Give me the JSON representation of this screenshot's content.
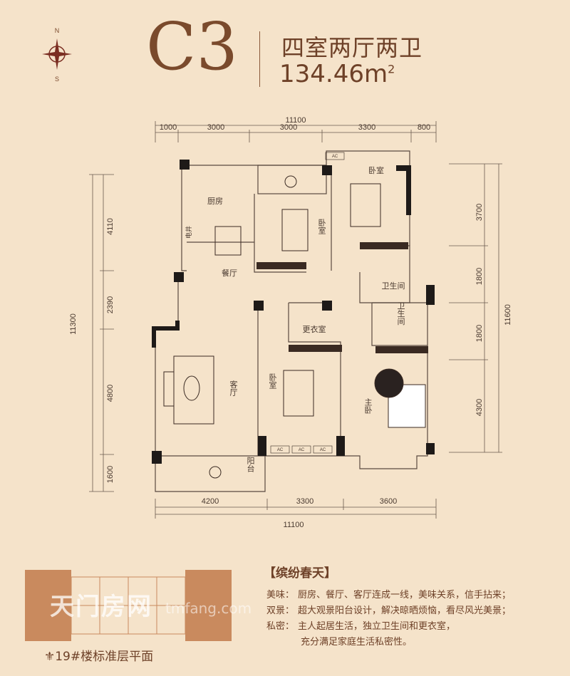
{
  "compass": {
    "north": "N",
    "south": "S"
  },
  "header": {
    "unit_code": "C3",
    "layout": "四室两厅两卫",
    "area_value": "134.46m",
    "area_unit_sup": "2"
  },
  "dimensions": {
    "top_total": "11100",
    "top_segments": [
      "1000",
      "3000",
      "3000",
      "3300",
      "800"
    ],
    "bottom_segments": [
      "4200",
      "3300",
      "3600"
    ],
    "bottom_total": "11100",
    "left_total": "11300",
    "left_segments": [
      "4110",
      "2390",
      "4800",
      "1600"
    ],
    "right_total": "11600",
    "right_segments": [
      "3700",
      "1800",
      "1800",
      "4300"
    ]
  },
  "rooms": {
    "kitchen": "厨房",
    "elevator_shaft": "电井",
    "dining": "餐厅",
    "bedroom_north_middle": "卧室",
    "bedroom_north_east": "卧室",
    "bathroom_1": "卫生间",
    "bathroom_2": "卫生间",
    "dressing_room": "更衣室",
    "living_room": "客厅",
    "bedroom_middle": "卧室",
    "master_bedroom": "主卧",
    "balcony": "阳台",
    "ac": "AC"
  },
  "features": {
    "title": "【缤纷春天】",
    "items": [
      {
        "label": "美味：",
        "text": "厨房、餐厅、客厅连成一线，美味关系，信手拈来；"
      },
      {
        "label": "双景：",
        "text": "超大观景阳台设计，解决晾晒烦恼，看尽风光美景；"
      },
      {
        "label": "私密：",
        "text": "主人起居生活，独立卫生间和更衣室，",
        "text2": "充分满足家庭生活私密性。"
      }
    ]
  },
  "floor_caption": "⚜19#楼标准层平面",
  "watermark": {
    "name": "天门房网",
    "url": "tmfang.com"
  },
  "colors": {
    "background": "#f5e3ca",
    "text_brown": "#6e4128",
    "wall": "#1e1a18",
    "key_plan_highlight": "#c98a5e"
  }
}
